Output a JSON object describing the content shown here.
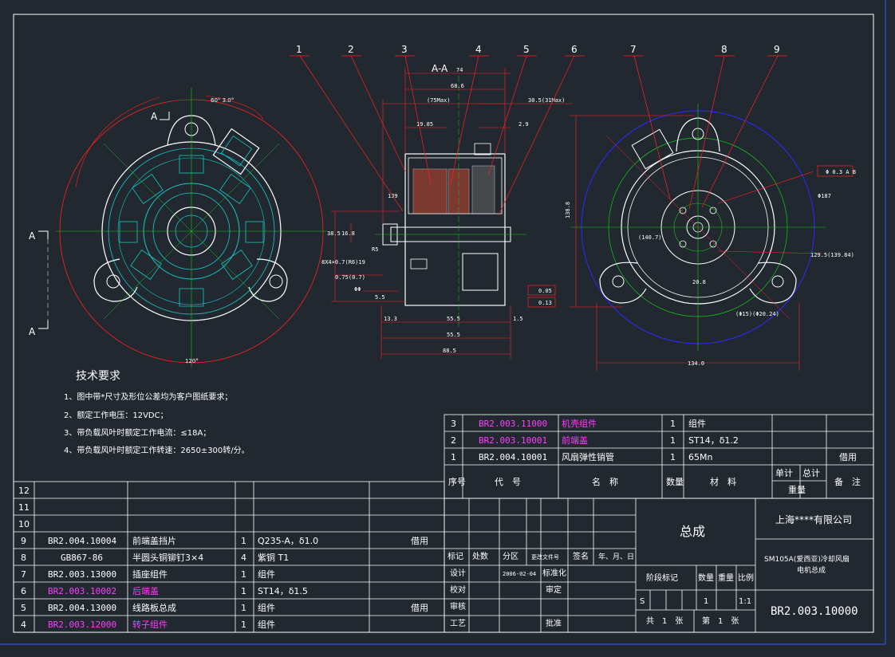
{
  "colors": {
    "background": "#212830",
    "frame": "#ffffff",
    "dimension": "#ff2020",
    "centerline": "#19c519",
    "detail": "#19c8c8",
    "outline_blue": "#2b2bff",
    "highlight": "#ff3cff"
  },
  "drawing": {
    "section_label": "A-A",
    "section_marker": "A",
    "balloons": [
      "1",
      "2",
      "3",
      "4",
      "5",
      "6",
      "7",
      "8",
      "9"
    ],
    "dims_top": [
      "74",
      "68.6",
      "(75Max)",
      "30.5(31Max)",
      "19.85",
      "2.9"
    ],
    "dims_left": [
      "139",
      "38.5",
      "16.8",
      "ΦΦ",
      "5.5",
      "0.75(0.7)",
      "R5",
      "8X4×0.7(R6)19"
    ],
    "dims_bottom": [
      "13.3",
      "55.5",
      "1.5",
      "55.5",
      "88.5"
    ],
    "dims_right": [
      "134.0",
      "138.8",
      "(140.7)",
      "129.5(139.84)",
      "Φ187",
      "20.8",
      "(Φ15)(Φ20.24)",
      "Φ 0.3 A B",
      "0.05",
      "0.13"
    ],
    "angle_label": "120°",
    "angle_top": "60° 3.0°"
  },
  "tech": {
    "heading": "技术要求",
    "items": [
      "1、图中带*尺寸及形位公差均为客户图纸要求；",
      "2、额定工作电压：12VDC；",
      "3、带负载风叶时额定工作电流：≤18A；",
      "4、带负载风叶时额定工作转速：2650±300转/分。"
    ]
  },
  "bom_upper": {
    "rows": [
      {
        "no": "3",
        "code": "BR2.003.11000",
        "name": "机壳组件",
        "qty": "1",
        "material": "组件",
        "note": "",
        "highlight": true
      },
      {
        "no": "2",
        "code": "BR2.003.10001",
        "name": "前端盖",
        "qty": "1",
        "material": "ST14，δ1.2",
        "note": "",
        "highlight": true
      },
      {
        "no": "1",
        "code": "BR2.004.10001",
        "name": "风扇弹性销管",
        "qty": "1",
        "material": "65Mn",
        "note": "借用",
        "highlight": false
      }
    ],
    "header": {
      "seq": "序号",
      "code": "代　号",
      "name": "名　称",
      "qty": "数量",
      "material": "材　料",
      "unit": "单计",
      "total": "总计",
      "weight": "重量",
      "note": "备　注"
    }
  },
  "bom_lower": {
    "rows": [
      {
        "no": "12",
        "code": "",
        "name": "",
        "qty": "",
        "material": "",
        "note": "",
        "highlight": false
      },
      {
        "no": "11",
        "code": "",
        "name": "",
        "qty": "",
        "material": "",
        "note": "",
        "highlight": false
      },
      {
        "no": "10",
        "code": "",
        "name": "",
        "qty": "",
        "material": "",
        "note": "",
        "highlight": false
      },
      {
        "no": "9",
        "code": "BR2.004.10004",
        "name": "前端盖挡片",
        "qty": "1",
        "material": "Q235-A，δ1.0",
        "note": "借用",
        "highlight": false
      },
      {
        "no": "8",
        "code": "GB867-86",
        "name": "半圆头铜铆钉3×4",
        "qty": "4",
        "material": "紫铜 T1",
        "note": "",
        "highlight": false
      },
      {
        "no": "7",
        "code": "BR2.003.13000",
        "name": "插座组件",
        "qty": "1",
        "material": "组件",
        "note": "",
        "highlight": false
      },
      {
        "no": "6",
        "code": "BR2.003.10002",
        "name": "后端盖",
        "qty": "1",
        "material": "ST14，δ1.5",
        "note": "",
        "highlight": true
      },
      {
        "no": "5",
        "code": "BR2.004.13000",
        "name": "线路板总成",
        "qty": "1",
        "material": "组件",
        "note": "借用",
        "highlight": false
      },
      {
        "no": "4",
        "code": "BR2.003.12000",
        "name": "转子组件",
        "qty": "1",
        "material": "组件",
        "note": "",
        "highlight": true
      }
    ]
  },
  "title_block": {
    "assembly": "总成",
    "company": "上海****有限公司",
    "product_line1": "SM105A(爱西亚)冷却风扇",
    "product_line2": "电机总成",
    "drawing_no": "BR2.003.10000",
    "rev_headers": [
      "标记",
      "处数",
      "分区",
      "更改文件号",
      "签名",
      "年、月、日"
    ],
    "roles": [
      "设计",
      "校对",
      "审核",
      "工艺"
    ],
    "design_date": "2006-02-04",
    "standardize": "标准化",
    "approve_check": "审定",
    "approve": "批准",
    "stage_mark": "阶段标记",
    "quantity": "数量",
    "weight": "重量",
    "scale": "比例",
    "stage_value": "S",
    "qty_value": "1",
    "scale_value": "1:1",
    "sheets_total": "共　1　张",
    "sheet_no": "第　1　张"
  }
}
